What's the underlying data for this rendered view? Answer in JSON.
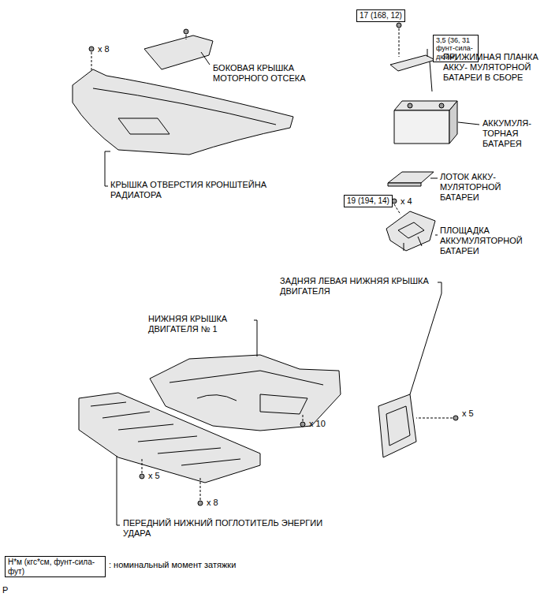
{
  "diagram": {
    "nodes": [
      {
        "text": [
          "17 (168, 12)"
        ]
      },
      {
        "text": [
          "3,5 (36, 31 фунт-сила-дюйм)"
        ]
      },
      {
        "text": [
          "19 (194, 14)"
        ]
      },
      {
        "text": [
          "Н*м (кгс*см, фунт-сила-фут)"
        ]
      }
    ],
    "labels": [
      "x 8",
      "БОКОВАЯ КРЫШКА МОТОРНОГО ОТСЕКА",
      "КРЫШКА ОТВЕРСТИЯ КРОНШТЕЙНА РАДИАТОРА",
      "ПРИЖИМНАЯ ПЛАНКА АККУ- МУЛЯТОРНОЙ БАТАРЕИ В СБОРЕ",
      "АККУМУЛЯ- ТОРНАЯ БАТАРЕЯ",
      "ЛОТОК АККУ- МУЛЯТОРНОЙ БАТАРЕИ",
      "x 4",
      "ПЛОЩАДКА АККУМУЛЯТОРНОЙ БАТАРЕИ",
      "ЗАДНЯЯ ЛЕВАЯ НИЖНЯЯ КРЫШКА ДВИГАТЕЛЯ",
      "НИЖНЯЯ КРЫШКА ДВИГАТЕЛЯ № 1",
      "x 10",
      "x 5",
      "x 5",
      "x 8",
      "ПЕРЕДНИЙ НИЖНИЙ ПОГЛОТИТЕЛЬ ЭНЕРГИИ УДАРА",
      ": номинальный момент затяжки",
      "P"
    ]
  }
}
